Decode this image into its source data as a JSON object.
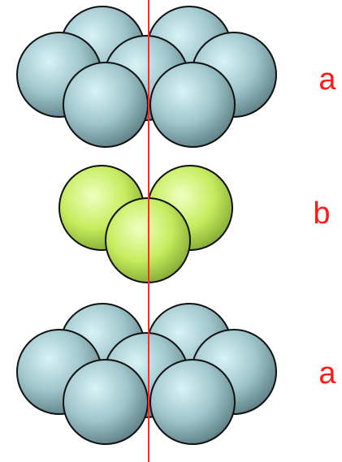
{
  "labels": {
    "top_layer": "a",
    "middle_layer": "b",
    "bottom_layer": "a"
  },
  "colors": {
    "a_sphere_light": "#d9f3f6",
    "a_sphere_mid": "#9fc6cc",
    "a_sphere_dark": "#5e7f86",
    "b_sphere_light": "#f0ffc0",
    "b_sphere_mid": "#c5ec5e",
    "b_sphere_dark": "#7ea52e",
    "outline": "#111111",
    "axis_line": "#ff2a2a",
    "label_text": "#ff1a1a"
  }
}
